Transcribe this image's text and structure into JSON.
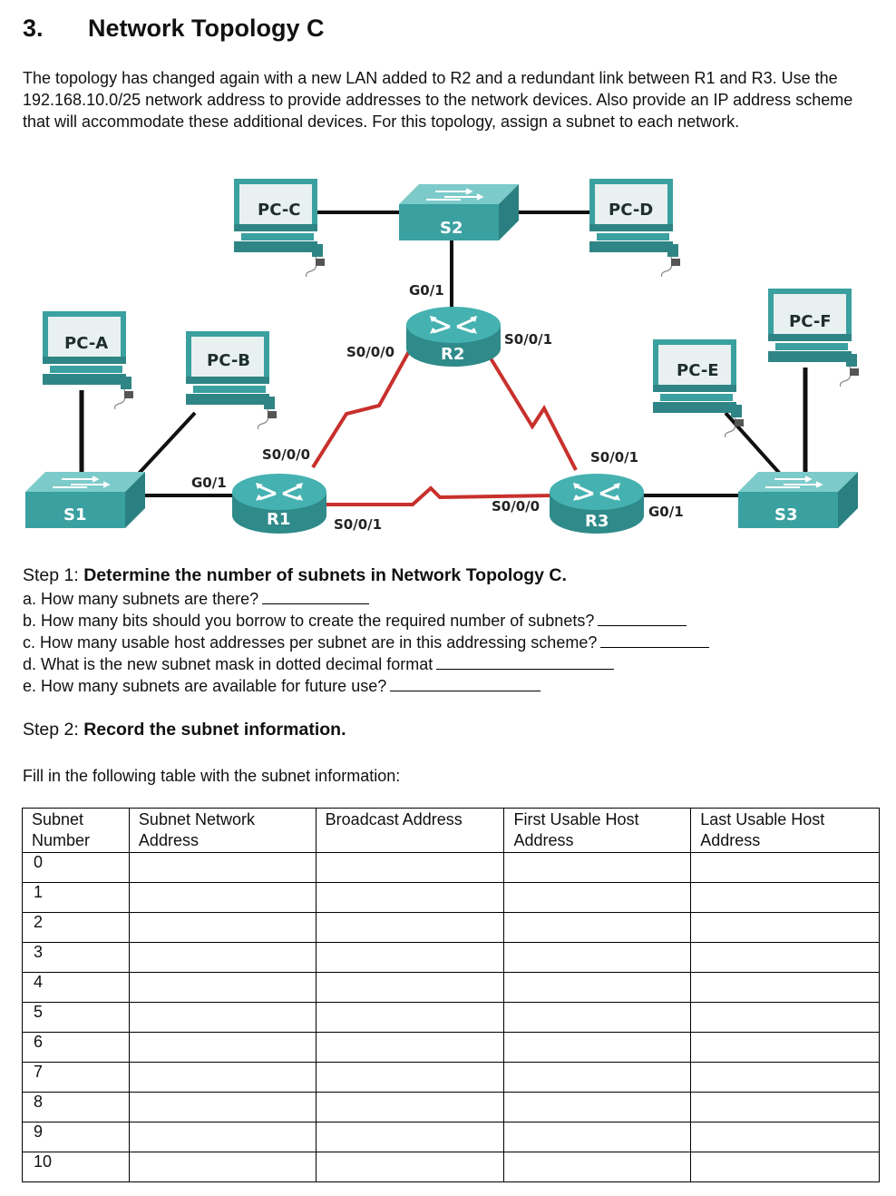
{
  "section": {
    "number": "3.",
    "title": "Network Topology C"
  },
  "intro": "The topology has changed again with a new LAN added to R2 and a redundant link between R1 and R3. Use the 192.168.10.0/25 network address to provide addresses to the network devices. Also provide an IP address scheme that will accommodate these additional devices. For this topology, assign a subnet to each network.",
  "topology": {
    "devices": {
      "pc_a": "PC-A",
      "pc_b": "PC-B",
      "pc_c": "PC-C",
      "pc_d": "PC-D",
      "pc_e": "PC-E",
      "pc_f": "PC-F",
      "s1": "S1",
      "s2": "S2",
      "s3": "S3",
      "r1": "R1",
      "r2": "R2",
      "r3": "R3"
    },
    "interfaces": {
      "r2_g01": "G0/1",
      "r2_s000": "S0/0/0",
      "r2_s001": "S0/0/1",
      "r1_s000": "S0/0/0",
      "r1_g01": "G0/1",
      "r1_s001": "S0/0/1",
      "r3_s001": "S0/0/1",
      "r3_s000": "S0/0/0",
      "r3_g01": "G0/1"
    },
    "colors": {
      "device_teal": "#3aa0a0",
      "serial_link": "#c8302c",
      "ethernet_link": "#111111"
    }
  },
  "step1": {
    "label": "Step 1:",
    "title": "Determine the number of subnets in Network Topology C.",
    "questions": [
      "a. How many subnets are there?",
      "b. How many bits should you borrow to create the required number of subnets?",
      "c. How many usable host addresses per subnet are in this addressing scheme?",
      "d. What is the new subnet mask in dotted decimal format",
      "e. How many subnets are available for future use?"
    ]
  },
  "step2": {
    "label": "Step 2:",
    "title": "Record the subnet information.",
    "instruction": "Fill in the following table with the subnet information:"
  },
  "table": {
    "headers": [
      "Subnet Number",
      "Subnet Network Address",
      "Broadcast Address",
      "First Usable Host Address",
      "Last Usable Host Address"
    ],
    "header_lines": [
      [
        "Subnet",
        "Number"
      ],
      [
        "Subnet Network",
        "Address"
      ],
      [
        "Broadcast Address",
        ""
      ],
      [
        "First Usable Host",
        "Address"
      ],
      [
        "Last Usable Host",
        "Address"
      ]
    ],
    "row0": "0",
    "rows": [
      "1",
      "2",
      "3",
      "4",
      "5",
      "6",
      "7",
      "8",
      "9",
      "10"
    ]
  }
}
